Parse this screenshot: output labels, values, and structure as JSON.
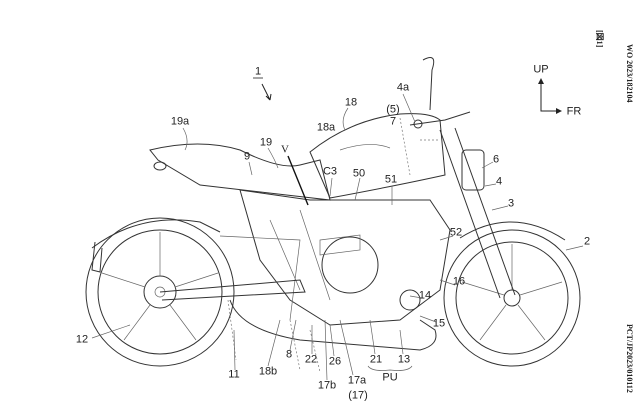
{
  "header": {
    "figure_label": "[図1]",
    "publication_number": "WO 2023/182104",
    "application_number": "PCT/JP2023/010112"
  },
  "direction_indicator": {
    "up": "UP",
    "front": "FR"
  },
  "reference_labels": {
    "vehicle": "1",
    "seat_rear": "19a",
    "seat": "19",
    "frame": "9",
    "view": "V",
    "tank_panel": "18a",
    "tank": "18",
    "c3": "C3",
    "l50": "50",
    "l51": "51",
    "l5": "(5)",
    "l7": "7",
    "mirror": "4a",
    "l6": "6",
    "l4": "4",
    "l3": "3",
    "front_wheel": "2",
    "l52": "52",
    "l16": "16",
    "l14": "14",
    "l15": "15",
    "rear_wheel": "12",
    "l11": "11",
    "l18b": "18b",
    "l8": "8",
    "l22": "22",
    "l26": "26",
    "l17b": "17b",
    "l17a": "17a",
    "l17": "(17)",
    "l21": "21",
    "l13": "13",
    "pu": "PU"
  }
}
